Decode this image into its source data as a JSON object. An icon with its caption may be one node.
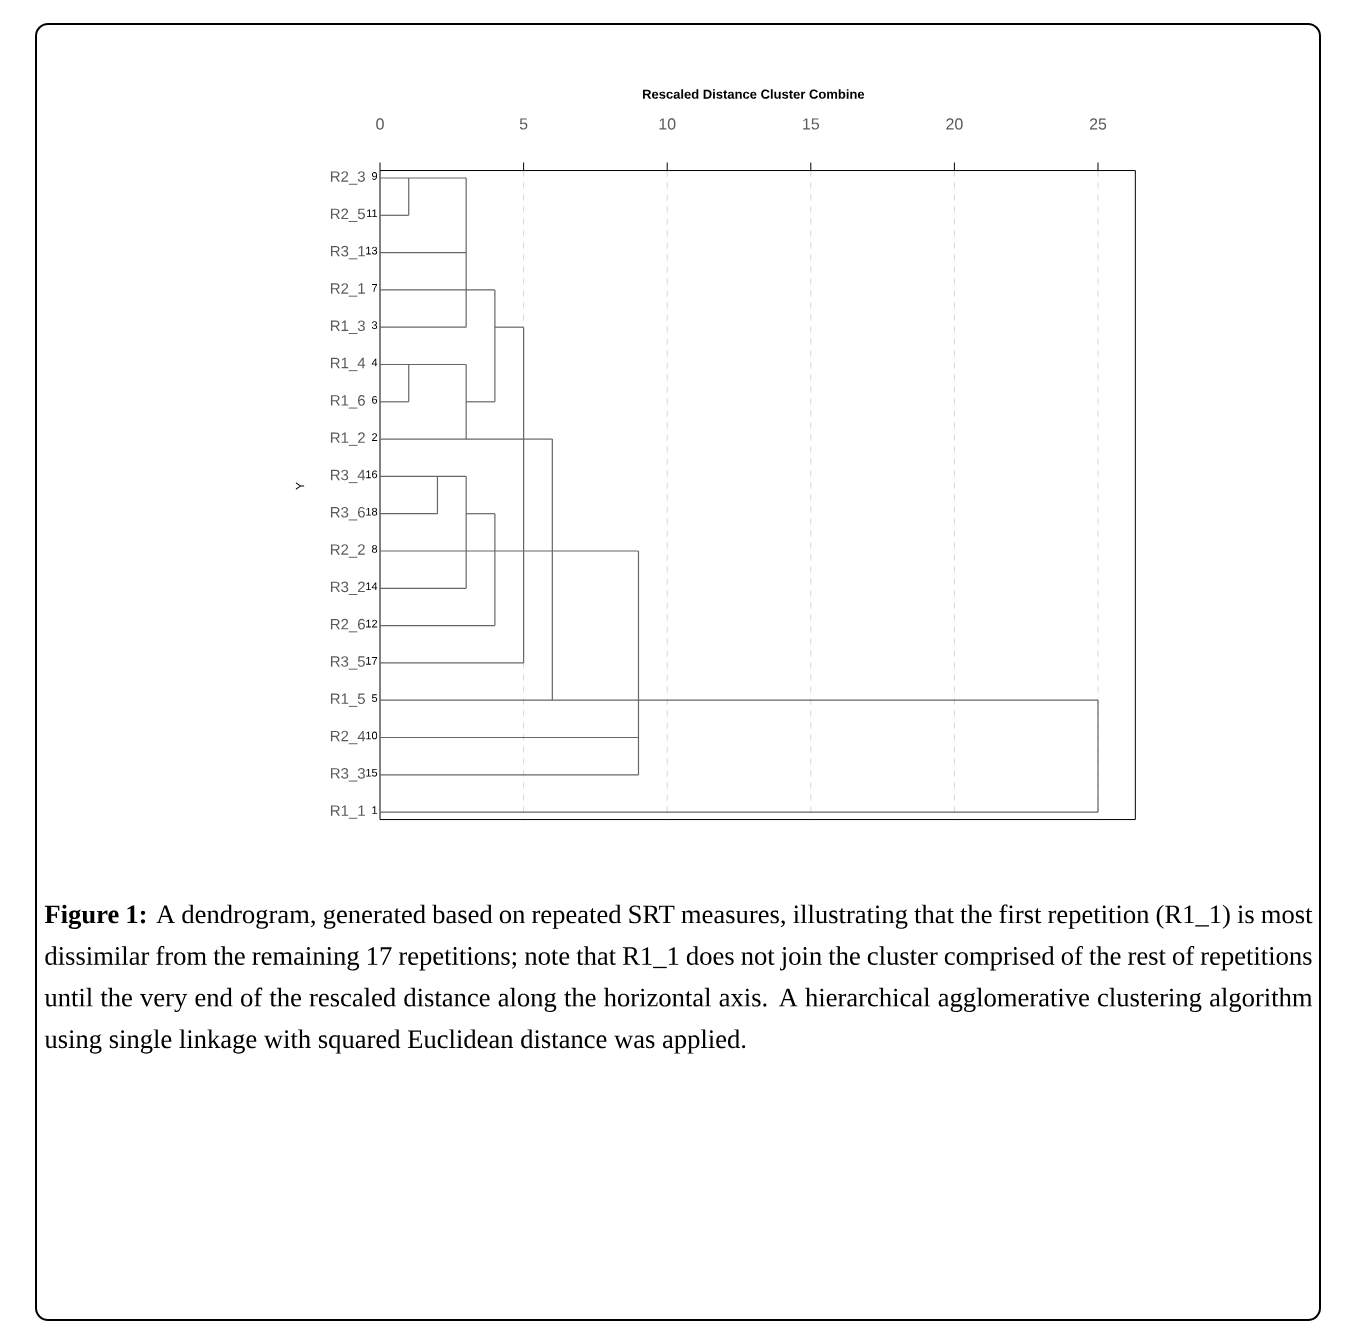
{
  "diagram": {
    "caption": "**Figure 1:** A dendrogram, generated based on repeated SRT measures, illustrating that the first repetition (R1_1) is most dissimilar from the remaining 17 repetitions; note that R1_1 does not join the cluster comprised of the rest of repetitions until the very end of the rescaled distance along the horizontal axis. A hierarchical agglomerative clustering algorithm using single linkage with squared Euclidean distance was applied.",
    "labels": [
      "Rescaled Distance Cluster Combine",
      "0",
      "5",
      "10",
      "15",
      "20",
      "25",
      "R2_3",
      "9",
      "R2_5",
      "11",
      "R3_1",
      "13",
      "R2_1",
      "7",
      "R1_3",
      "3",
      "R1_4",
      "4",
      "R1_6",
      "6",
      "R1_2",
      "2",
      "R3_4",
      "16",
      "R3_6",
      "18",
      "R2_2",
      "8",
      "R3_2",
      "14",
      "R2_6",
      "12",
      "R3_5",
      "17",
      "R1_5",
      "5",
      "R2_4",
      "10",
      "R3_3",
      "15",
      "R1_1",
      "1",
      "Y"
    ]
  }
}
